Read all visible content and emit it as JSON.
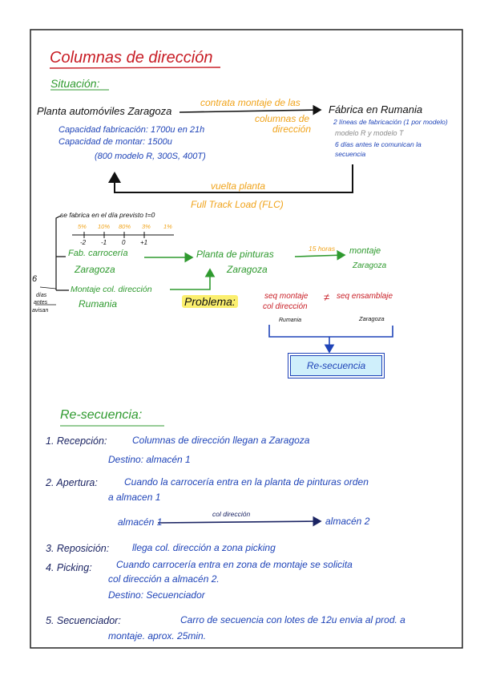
{
  "colors": {
    "red": "#c81d25",
    "green": "#2f9a2f",
    "orange": "#f0a31a",
    "blue": "#1f44b8",
    "navy": "#1b2463",
    "grey": "#8a8a8a",
    "highlight": "#fbef6e",
    "box_fill": "#cfeffb"
  },
  "title": "Columnas de dirección",
  "situacion": {
    "heading": "Situación:",
    "plant": "Planta automóviles Zaragoza",
    "contract": [
      "contrata montaje de las",
      "columnas de",
      "dirección"
    ],
    "factory": "Fábrica en Rumania",
    "factory_notes": [
      "2 líneas de fabricación (1 por modelo)",
      "modelo R y modelo T",
      "6 días antes le comunican la",
      "secuencia"
    ],
    "capacity": [
      "Capacidad fabricación: 1700u en 21h",
      "Capacidad de montar: 1500u",
      "(800 modelo R, 300S, 400T)"
    ],
    "return_label": "vuelta planta",
    "ftl_label": "Full Track Load (FLC)"
  },
  "timeline": {
    "caption": "se fabrica en el día previsto t=0",
    "percents": [
      "5%",
      "10%",
      "80%",
      "3%",
      "1%"
    ],
    "ticks": [
      "-2",
      "-1",
      "0",
      "+1"
    ]
  },
  "flow": {
    "body": [
      "Fab. carrocería",
      "Zaragoza"
    ],
    "paint": [
      "Planta de pinturas",
      "Zaragoza"
    ],
    "duration": "15 horas",
    "assembly": [
      "montaje",
      "Zaragoza"
    ],
    "steering": [
      "Montaje col. dirección",
      "Rumania"
    ]
  },
  "side_note": {
    "number": "6",
    "text": [
      "días",
      "antes",
      "avisan"
    ]
  },
  "problem": {
    "label": "Problema:",
    "seq_a": "seq montaje",
    "neq": "≠",
    "seq_b": "seq ensamblaje",
    "seq_a_sub": "col dirección",
    "place_a": "Rumania",
    "place_b": "Zaragoza",
    "result": "Re-secuencia"
  },
  "resecuencia": {
    "heading": "Re-secuencia:",
    "steps": [
      {
        "label": "1. Recepción:",
        "lines": [
          "Columnas de dirección llegan a Zaragoza",
          "Destino: almacén 1"
        ]
      },
      {
        "label": "2. Apertura:",
        "lines": [
          "Cuando la carrocería entra en la planta de pinturas orden",
          "a almacen 1"
        ]
      },
      {
        "label": "3. Reposición:",
        "lines": [
          "llega col. dirección a zona picking"
        ]
      },
      {
        "label": "4. Picking:",
        "lines": [
          "Cuando carrocería entra en zona de montaje se solicita",
          "col dirección a almacén 2.",
          "Destino: Secuenciador"
        ]
      },
      {
        "label": "5. Secuenciador:",
        "lines": [
          "Carro de secuencia con lotes de 12u envia al prod. a",
          "montaje. aprox. 25min."
        ]
      }
    ],
    "transfer": {
      "from": "almacén 1",
      "via": "col dirección",
      "to": "almacén 2"
    }
  }
}
